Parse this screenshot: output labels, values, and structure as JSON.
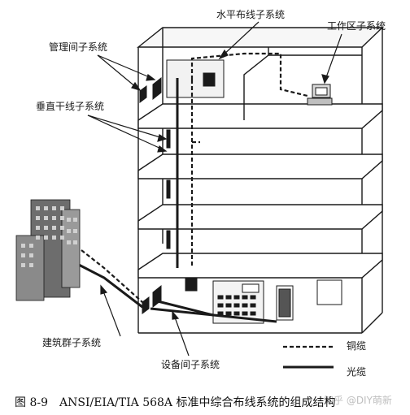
{
  "labels": {
    "horizontal_subsystem": "水平布线子系统",
    "work_area_subsystem": "工作区子系统",
    "management_subsystem": "管理间子系统",
    "vertical_subsystem": "垂直干线子系统",
    "campus_subsystem": "建筑群子系统",
    "equipment_subsystem": "设备间子系统"
  },
  "legend": {
    "copper": "铜缆",
    "fiber": "光缆"
  },
  "caption": "图 8-9　ANSI/EIA/TIA 568A 标准中综合布线系统的组成结构",
  "watermark": "知乎 @DIY萌新",
  "colors": {
    "line": "#1a1a1a",
    "fill": "#ffffff",
    "shade": "#e8e8e8"
  }
}
